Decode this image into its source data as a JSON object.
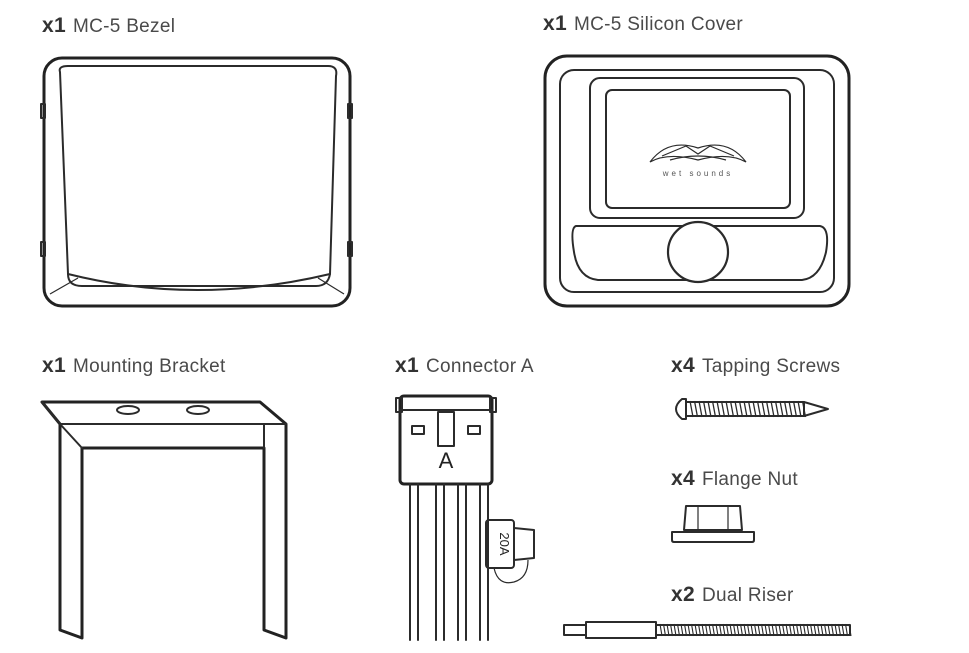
{
  "items": [
    {
      "qty": "x1",
      "name": "MC-5 Bezel"
    },
    {
      "qty": "x1",
      "name": "MC-5 Silicon Cover"
    },
    {
      "qty": "x1",
      "name": "Mounting Bracket"
    },
    {
      "qty": "x1",
      "name": "Connector A"
    },
    {
      "qty": "x4",
      "name": "Tapping Screws"
    },
    {
      "qty": "x4",
      "name": "Flange Nut"
    },
    {
      "qty": "x2",
      "name": "Dual Riser"
    }
  ],
  "connector": {
    "letter": "A",
    "fuse": "20A"
  },
  "cover": {
    "logo_text": "wet sounds"
  },
  "icons": [
    "bezel-icon",
    "silicon-cover-icon",
    "mounting-bracket-icon",
    "connector-icon",
    "screw-icon",
    "flange-nut-icon",
    "dual-riser-icon"
  ]
}
